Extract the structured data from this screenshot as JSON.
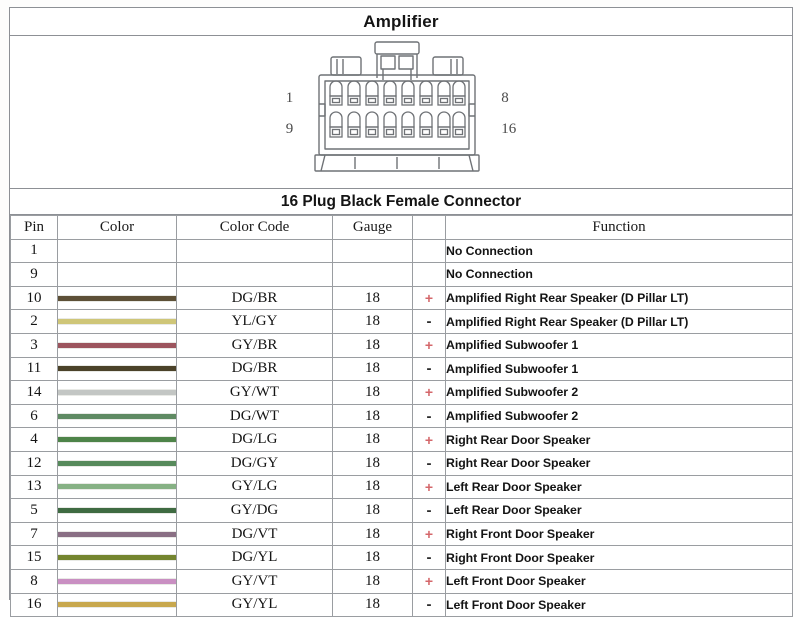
{
  "banner": {
    "title": "Amplifier"
  },
  "diagram": {
    "name": "16-pin-connector-illustration",
    "top_left_pin": "1",
    "top_right_pin": "8",
    "bottom_left_pin": "9",
    "bottom_right_pin": "16"
  },
  "subtitle": {
    "text": "16 Plug Black Female Connector"
  },
  "table": {
    "headers": {
      "pin": "Pin",
      "color": "Color",
      "color_code": "Color Code",
      "gauge": "Gauge",
      "polarity": "",
      "function": "Function"
    },
    "accent_plus_color": "#d4676b",
    "rows": [
      {
        "pin": "1",
        "swatch": "",
        "code": "",
        "gauge": "",
        "polarity": "",
        "function": "No Connection"
      },
      {
        "pin": "9",
        "swatch": "",
        "code": "",
        "gauge": "",
        "polarity": "",
        "function": "No Connection"
      },
      {
        "pin": "10",
        "swatch": "#5d5037",
        "code": "DG/BR",
        "gauge": "18",
        "polarity": "+",
        "function": "Amplified Right Rear Speaker (D Pillar LT)"
      },
      {
        "pin": "2",
        "swatch": "#cfc678",
        "code": "YL/GY",
        "gauge": "18",
        "polarity": "-",
        "function": "Amplified Right Rear Speaker (D Pillar LT)"
      },
      {
        "pin": "3",
        "swatch": "#9c555e",
        "code": "GY/BR",
        "gauge": "18",
        "polarity": "+",
        "function": "Amplified Subwoofer 1"
      },
      {
        "pin": "11",
        "swatch": "#4b4229",
        "code": "DG/BR",
        "gauge": "18",
        "polarity": "-",
        "function": "Amplified Subwoofer 1"
      },
      {
        "pin": "14",
        "swatch": "#c3c6c4",
        "code": "GY/WT",
        "gauge": "18",
        "polarity": "+",
        "function": "Amplified Subwoofer 2"
      },
      {
        "pin": "6",
        "swatch": "#5f8a63",
        "code": "DG/WT",
        "gauge": "18",
        "polarity": "-",
        "function": "Amplified Subwoofer 2"
      },
      {
        "pin": "4",
        "swatch": "#4e8449",
        "code": "DG/LG",
        "gauge": "18",
        "polarity": "+",
        "function": "Right Rear Door Speaker"
      },
      {
        "pin": "12",
        "swatch": "#578a5c",
        "code": "DG/GY",
        "gauge": "18",
        "polarity": "-",
        "function": "Right Rear Door Speaker"
      },
      {
        "pin": "13",
        "swatch": "#86b184",
        "code": "GY/LG",
        "gauge": "18",
        "polarity": "+",
        "function": "Left Rear Door Speaker"
      },
      {
        "pin": "5",
        "swatch": "#3f6b42",
        "code": "GY/DG",
        "gauge": "18",
        "polarity": "-",
        "function": "Left Rear Door Speaker"
      },
      {
        "pin": "7",
        "swatch": "#8a6f84",
        "code": "DG/VT",
        "gauge": "18",
        "polarity": "+",
        "function": "Right Front  Door Speaker"
      },
      {
        "pin": "15",
        "swatch": "#74852f",
        "code": "DG/YL",
        "gauge": "18",
        "polarity": "-",
        "function": "Right Front  Door Speaker"
      },
      {
        "pin": "8",
        "swatch": "#c98fc2",
        "code": "GY/VT",
        "gauge": "18",
        "polarity": "+",
        "function": "Left Front  Door Speaker"
      },
      {
        "pin": "16",
        "swatch": "#c8a84e",
        "code": "GY/YL",
        "gauge": "18",
        "polarity": "-",
        "function": "Left Front  Door Speaker"
      }
    ]
  }
}
